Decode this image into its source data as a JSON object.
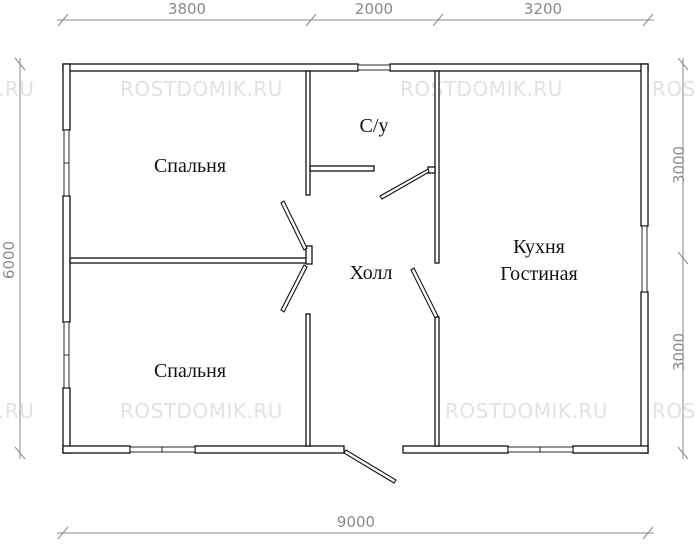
{
  "dimensions": {
    "top": [
      "3800",
      "2000",
      "3200"
    ],
    "left": "6000",
    "right": [
      "3000",
      "3000"
    ],
    "bottom": "9000"
  },
  "rooms": {
    "bedroom_top": "Спальня",
    "bedroom_bottom": "Спальня",
    "bathroom": "С/у",
    "hall": "Холл",
    "kitchen_line1": "Кухня",
    "kitchen_line2": "Гостиная"
  },
  "watermark": {
    "full": "ROSTDOMIK.RU",
    "left_partial": ".RU",
    "right_partial": "ROS"
  }
}
